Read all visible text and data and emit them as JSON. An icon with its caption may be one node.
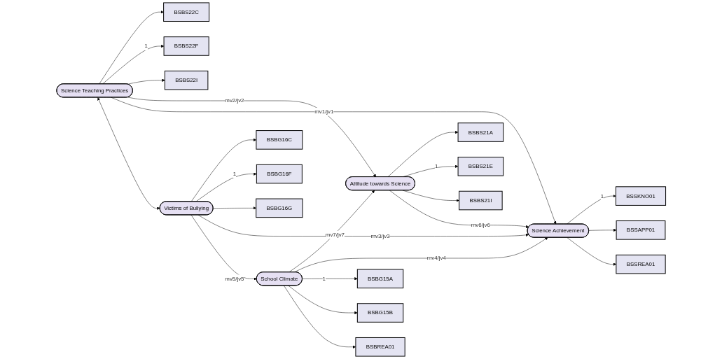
{
  "diagram": {
    "nodes": [
      {
        "text": [
          "BSBS22C"
        ]
      },
      {
        "text": [
          "Science Teaching Practices"
        ]
      },
      {
        "text": [
          "BSBS22F"
        ]
      },
      {
        "text": [
          "BSBS22I"
        ]
      },
      {
        "text": [
          "BSBS21A"
        ]
      },
      {
        "text": [
          "Attitude towards Science"
        ]
      },
      {
        "text": [
          "Science Achievement"
        ]
      },
      {
        "text": [
          "BSSKNO01"
        ]
      },
      {
        "text": [
          "BSBS21E"
        ]
      },
      {
        "text": [
          "BSSAPP01"
        ]
      },
      {
        "text": [
          "BSBS21I"
        ]
      },
      {
        "text": [
          "BSSREA01"
        ]
      },
      {
        "text": [
          "BSBG15A"
        ]
      },
      {
        "text": [
          "BSBG16C"
        ]
      },
      {
        "text": [
          "Victims of Bullying"
        ]
      },
      {
        "text": [
          "School Climate"
        ]
      },
      {
        "text": [
          "BSBG16F"
        ]
      },
      {
        "text": [
          "BSBG15B"
        ]
      },
      {
        "text": [
          "BSBG16G"
        ]
      },
      {
        "text": [
          "BSBREA01"
        ]
      }
    ],
    "edges": [
      {
        "from": 1,
        "to": 0,
        "arrow": "to"
      },
      {
        "from": 1,
        "to": 2,
        "arrow": "to",
        "label": "1"
      },
      {
        "from": 1,
        "to": 3,
        "arrow": "to"
      },
      {
        "from": 1,
        "to": 5,
        "arrow": "to",
        "label": "mv2/jv2"
      },
      {
        "from": 1,
        "to": 6,
        "arrow": "to",
        "label": "mv1/jv1"
      },
      {
        "from": 1,
        "to": 14,
        "arrow": "both"
      },
      {
        "from": 5,
        "to": 4,
        "arrow": "to"
      },
      {
        "from": 5,
        "to": 8,
        "arrow": "to",
        "label": "1"
      },
      {
        "from": 5,
        "to": 10,
        "arrow": "to"
      },
      {
        "from": 5,
        "to": 6,
        "arrow": "to",
        "label": "mv6/jv6"
      },
      {
        "from": 6,
        "to": 7,
        "arrow": "to",
        "label": "1"
      },
      {
        "from": 6,
        "to": 9,
        "arrow": "to"
      },
      {
        "from": 6,
        "to": 11,
        "arrow": "to"
      },
      {
        "from": 14,
        "to": 13,
        "arrow": "to"
      },
      {
        "from": 14,
        "to": 16,
        "arrow": "to",
        "label": "1"
      },
      {
        "from": 14,
        "to": 18,
        "arrow": "to"
      },
      {
        "from": 14,
        "to": 6,
        "arrow": "to",
        "label": "mv3/jv3"
      },
      {
        "from": 14,
        "to": 15,
        "arrow": "to",
        "label": "mv5/jv5"
      },
      {
        "from": 15,
        "to": 5,
        "arrow": "to",
        "label": "mv7/jv7"
      },
      {
        "from": 15,
        "to": 6,
        "arrow": "to",
        "label": "mv4/jv4"
      },
      {
        "from": 15,
        "to": 12,
        "arrow": "to",
        "label": "1"
      },
      {
        "from": 15,
        "to": 17,
        "arrow": "to"
      },
      {
        "from": 15,
        "to": 19,
        "arrow": "to"
      }
    ]
  }
}
